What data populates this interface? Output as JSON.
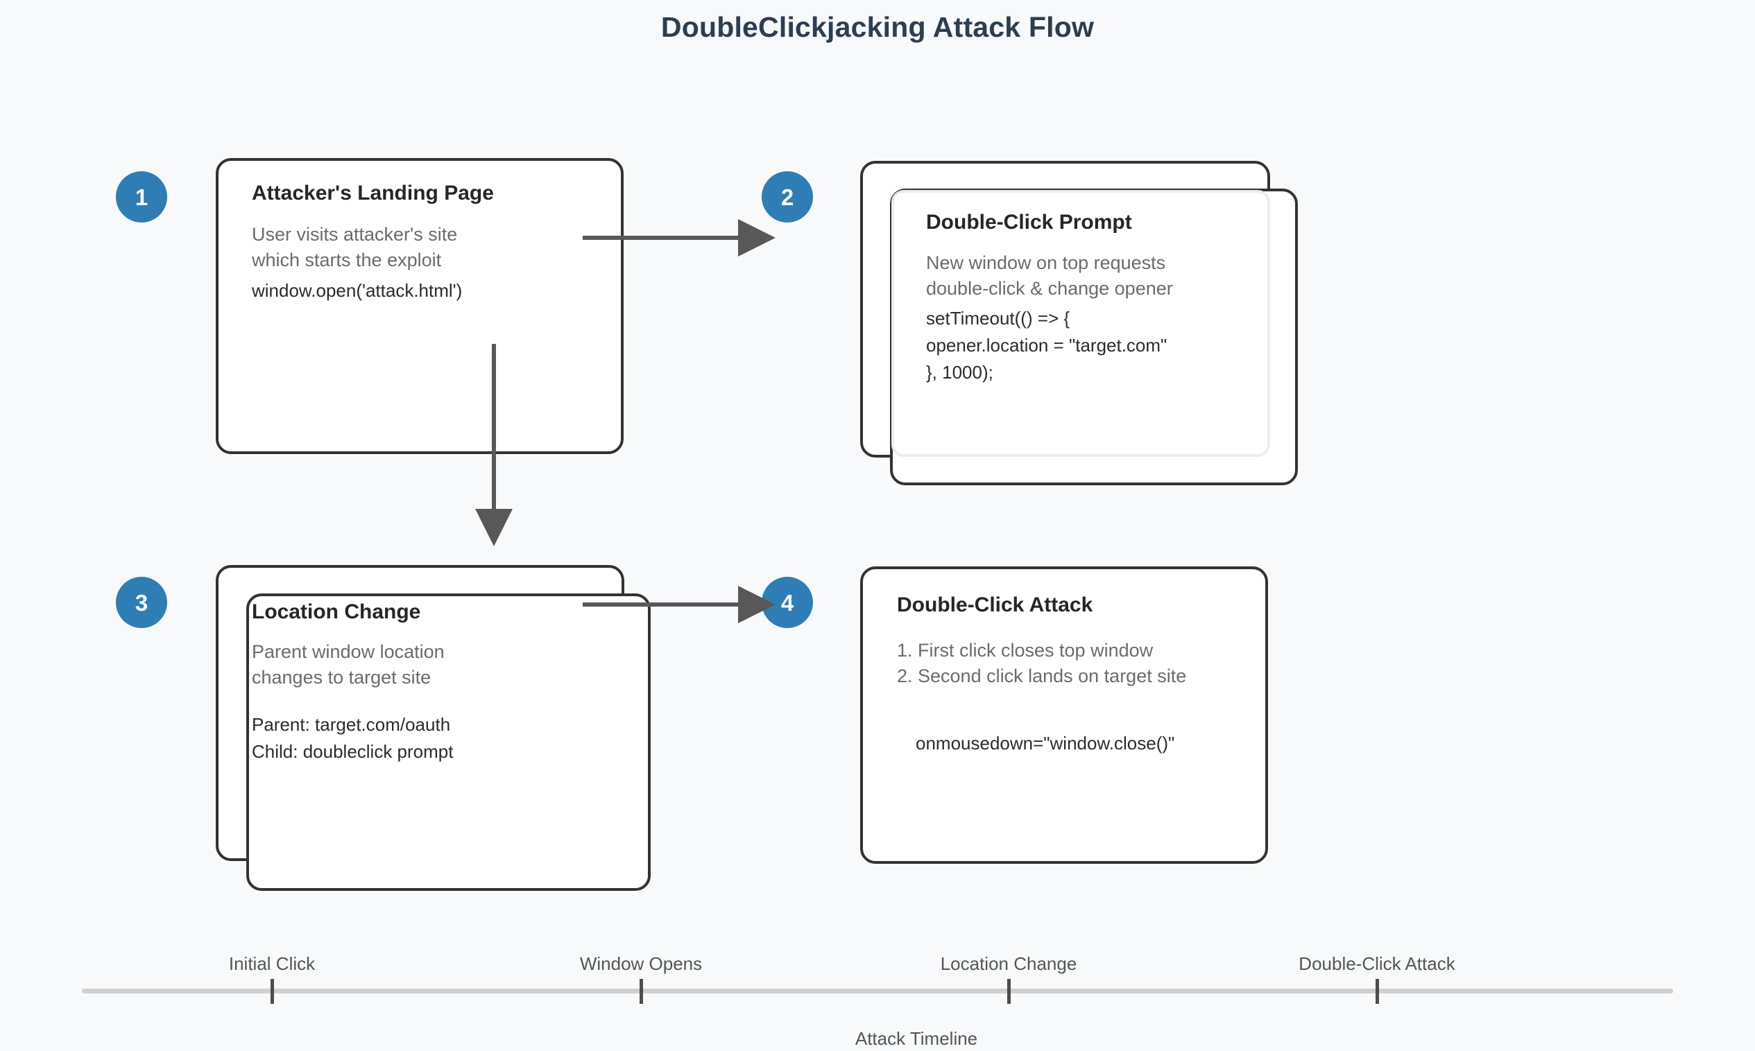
{
  "title": "DoubleClickjacking Attack Flow",
  "theme": {
    "background": "#f7f9fb",
    "title_color": "#2c3e50",
    "badge_color": "#2e7eb5",
    "badge_text_color": "#ffffff",
    "card_border": "#333333",
    "card_fill": "#ffffff",
    "desc_color": "#6b6b6b",
    "code_color": "#2b2b2b",
    "arrow_color": "#585858",
    "timeline_line": "#cfcfcf",
    "timeline_tick": "#4d4d4d",
    "timeline_text": "#555555"
  },
  "steps": [
    {
      "number": "1",
      "title": "Attacker's Landing Page",
      "description": "User visits attacker's site\nwhich starts the exploit",
      "code": "window.open('attack.html')"
    },
    {
      "number": "2",
      "title": "Double-Click Prompt",
      "description": "New window on top requests\ndouble-click & change opener",
      "code": "setTimeout(() => {\nopener.location = \"target.com\"\n}, 1000);"
    },
    {
      "number": "3",
      "title": "Location Change",
      "description": "Parent window location\nchanges to target site",
      "code": "Parent: target.com/oauth\nChild: doubleclick prompt"
    },
    {
      "number": "4",
      "title": "Double-Click Attack",
      "description": "1. First click closes top window\n2. Second click lands on target site",
      "code": "onmousedown=\"window.close()\""
    }
  ],
  "timeline": {
    "caption": "Attack Timeline",
    "markers": [
      {
        "label": "Initial Click"
      },
      {
        "label": "Window Opens"
      },
      {
        "label": "Location Change"
      },
      {
        "label": "Double-Click Attack"
      }
    ]
  }
}
